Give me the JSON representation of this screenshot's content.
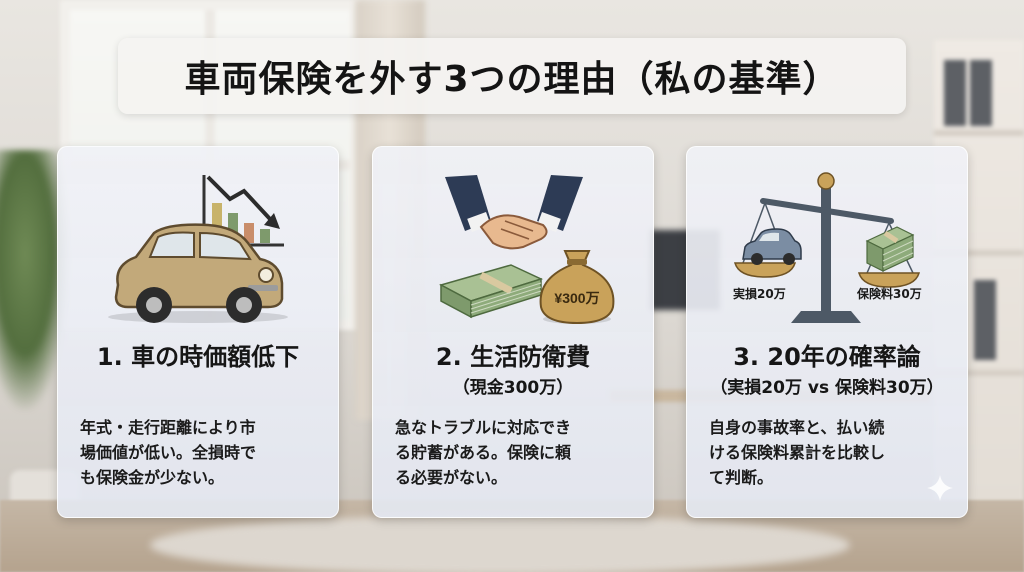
{
  "title": "車両保険を外す3つの理由（私の基準）",
  "cards": [
    {
      "heading": "1. 車の時価額低下",
      "subheading": "",
      "desc_lines": [
        "年式・走行距離により市",
        "場価値が低い。全損時で",
        "も保険金が少ない。"
      ],
      "icons": [
        "vintage-car-icon",
        "falling-bar-chart-icon"
      ]
    },
    {
      "heading": "2. 生活防衛費",
      "subheading": "（現金300万）",
      "money_bag_label": "¥300万",
      "desc_lines": [
        "急なトラブルに対応でき",
        "る貯蓄がある。保険に頼",
        "る必要がない。"
      ],
      "icons": [
        "handshake-icon",
        "cash-stack-icon",
        "money-bag-icon"
      ]
    },
    {
      "heading": "3. 20年の確率論",
      "subheading": "（実損20万 vs 保険料30万）",
      "scale_left_label": "実損20万",
      "scale_right_label": "保険料30万",
      "desc_lines": [
        "自身の事故率と、払い続",
        "ける保険料累計を比較し",
        "て判断。"
      ],
      "icons": [
        "balance-scale-icon",
        "car-icon",
        "cash-stack-icon"
      ]
    }
  ],
  "colors": {
    "title_bg": "#f4f3f1",
    "card_bg": "#e6e9f1",
    "car_body": "#c2a97a",
    "cash_green": "#7e9a6c",
    "bag_gold": "#c9a25a",
    "suit_navy": "#2d3b55",
    "scale_steel": "#4d5966"
  }
}
